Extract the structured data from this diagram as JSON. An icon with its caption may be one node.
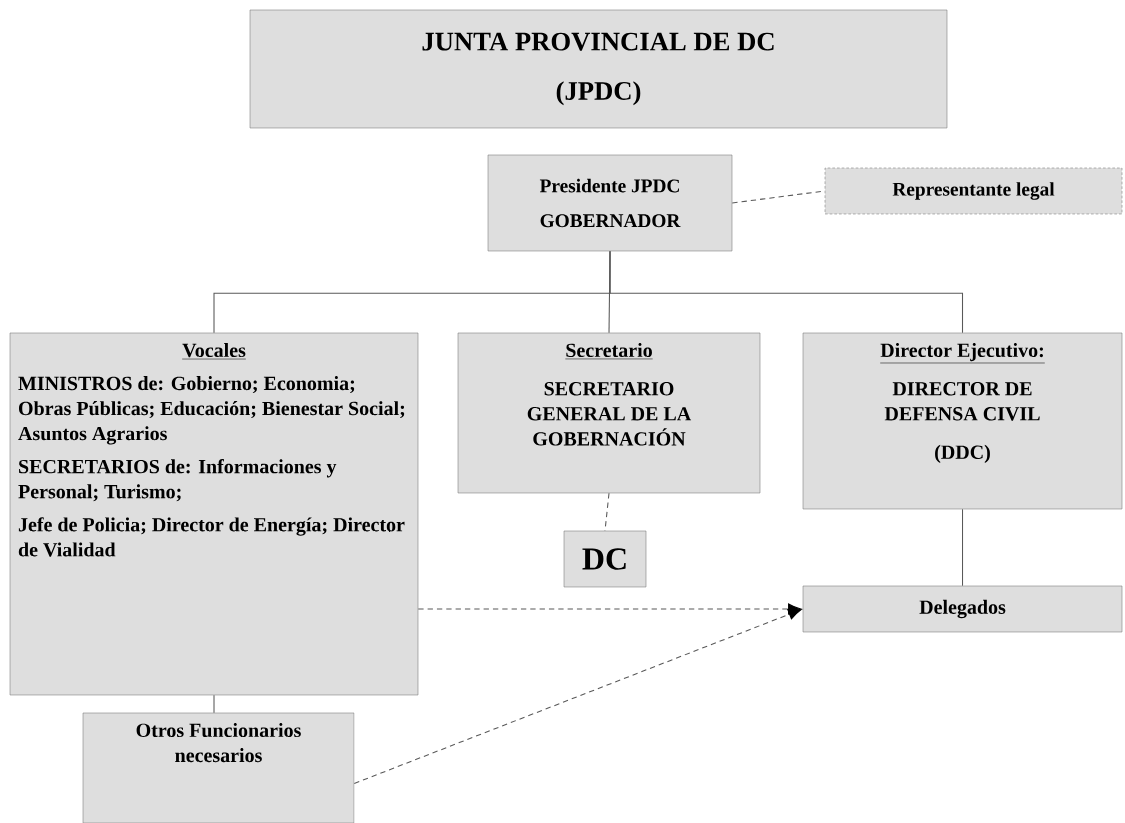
{
  "diagram": {
    "nodes": [
      {
        "text": [
          "JUNTA PROVINCIAL DE DC",
          "(JPDC)"
        ]
      },
      {
        "text": [
          "Presidente JPDC",
          "GOBERNADOR"
        ]
      },
      {
        "text": [
          "Representante legal"
        ]
      },
      {
        "text": [
          "Vocales",
          "MINISTROS de: Gobierno; Economia; Obras Públicas; Educación; Bienestar Social; Asuntos Agrarios",
          "SECRETARIOS de: Informaciones y Personal; Turismo;",
          "Jefe de Policia; Director de Energía; Director de Vialidad"
        ]
      },
      {
        "text": [
          "Secretario",
          "SECRETARIO GENERAL DE LA GOBERNACIÓN"
        ]
      },
      {
        "text": [
          "Director Ejecutivo:",
          "DIRECTOR DE DEFENSA CIVIL",
          "(DDC)"
        ]
      },
      {
        "text": [
          "DC"
        ]
      },
      {
        "text": [
          "Delegados"
        ]
      },
      {
        "text": [
          "Otros Funcionarios necesarios"
        ]
      }
    ],
    "edges": [
      {
        "from": 1,
        "to": 2,
        "arrow": "none",
        "style": "dashed"
      },
      {
        "from": 1,
        "to": 3,
        "arrow": "none"
      },
      {
        "from": 1,
        "to": 4,
        "arrow": "none"
      },
      {
        "from": 1,
        "to": 5,
        "arrow": "none"
      },
      {
        "from": 3,
        "to": 8,
        "arrow": "none"
      },
      {
        "from": 4,
        "to": 6,
        "arrow": "none",
        "style": "dashed"
      },
      {
        "from": 5,
        "to": 7,
        "arrow": "none"
      },
      {
        "from": 3,
        "to": 7,
        "arrow": "to",
        "style": "dashed"
      },
      {
        "from": 8,
        "to": 7,
        "arrow": "to",
        "style": "dashed"
      }
    ]
  }
}
